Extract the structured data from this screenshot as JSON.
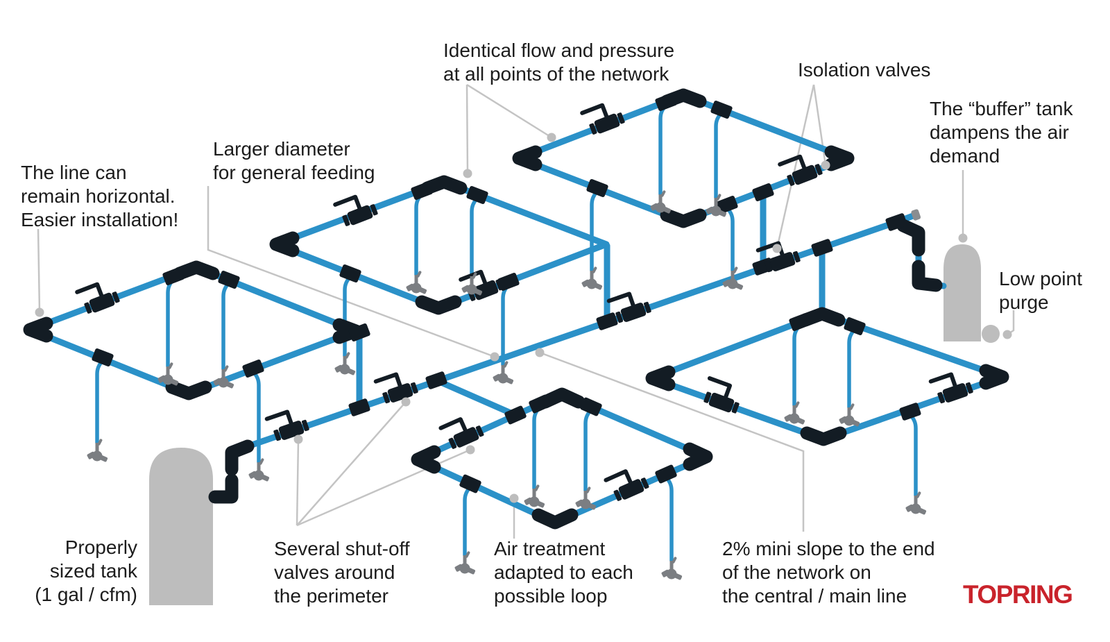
{
  "title": "Compressed air ring piping network diagram",
  "brand": {
    "logo_text": "TOPRING",
    "logo_color": "#C9232B"
  },
  "colors": {
    "pipe_blue": "#2B91C8",
    "fitting_black": "#131C24",
    "tank_gray": "#BDBDBD",
    "coupler_gray": "#7B7E82",
    "leader_gray": "#C4C4C4",
    "text": "#1C1C1C"
  },
  "annotations": {
    "identical_flow": {
      "lines": [
        "Identical flow and pressure",
        "at all points of the network"
      ]
    },
    "isolation_valves": {
      "lines": [
        "Isolation valves"
      ]
    },
    "buffer_tank": {
      "lines": [
        "The “buffer” tank",
        "dampens the air",
        "demand"
      ]
    },
    "low_point_purge": {
      "lines": [
        "Low point",
        "purge"
      ]
    },
    "line_horizontal": {
      "lines": [
        "The line can",
        "remain horizontal.",
        "Easier installation!"
      ]
    },
    "larger_diameter": {
      "lines": [
        "Larger diameter",
        "for general feeding"
      ]
    },
    "properly_sized_tank": {
      "lines": [
        "Properly",
        "sized tank",
        "(1 gal / cfm)"
      ]
    },
    "shutoff_valves": {
      "lines": [
        "Several shut-off",
        "valves around",
        "the perimeter"
      ]
    },
    "air_treatment": {
      "lines": [
        "Air treatment",
        "adapted to each",
        "possible loop"
      ]
    },
    "main_slope": {
      "lines": [
        "2% mini slope to the end",
        "of the network on",
        "the central / main line"
      ]
    }
  }
}
